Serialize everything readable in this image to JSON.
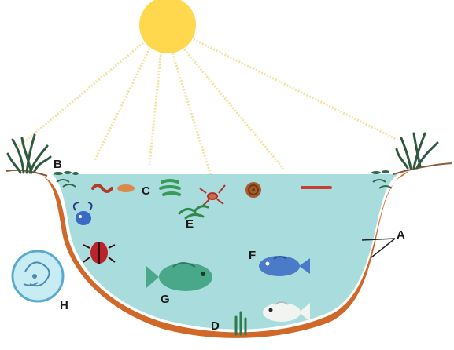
{
  "labels": {
    "A": "A",
    "B": "B",
    "C": "C",
    "D": "D",
    "E": "E",
    "F": "F",
    "G": "G",
    "H": "H"
  },
  "colors": {
    "sun": "#ffd84d",
    "rays": "#f3e7a2",
    "water": "#a9dcdc",
    "pond_rim": "#d0682a",
    "bank": "#ffffff",
    "plant": "#2f5a3f"
  }
}
